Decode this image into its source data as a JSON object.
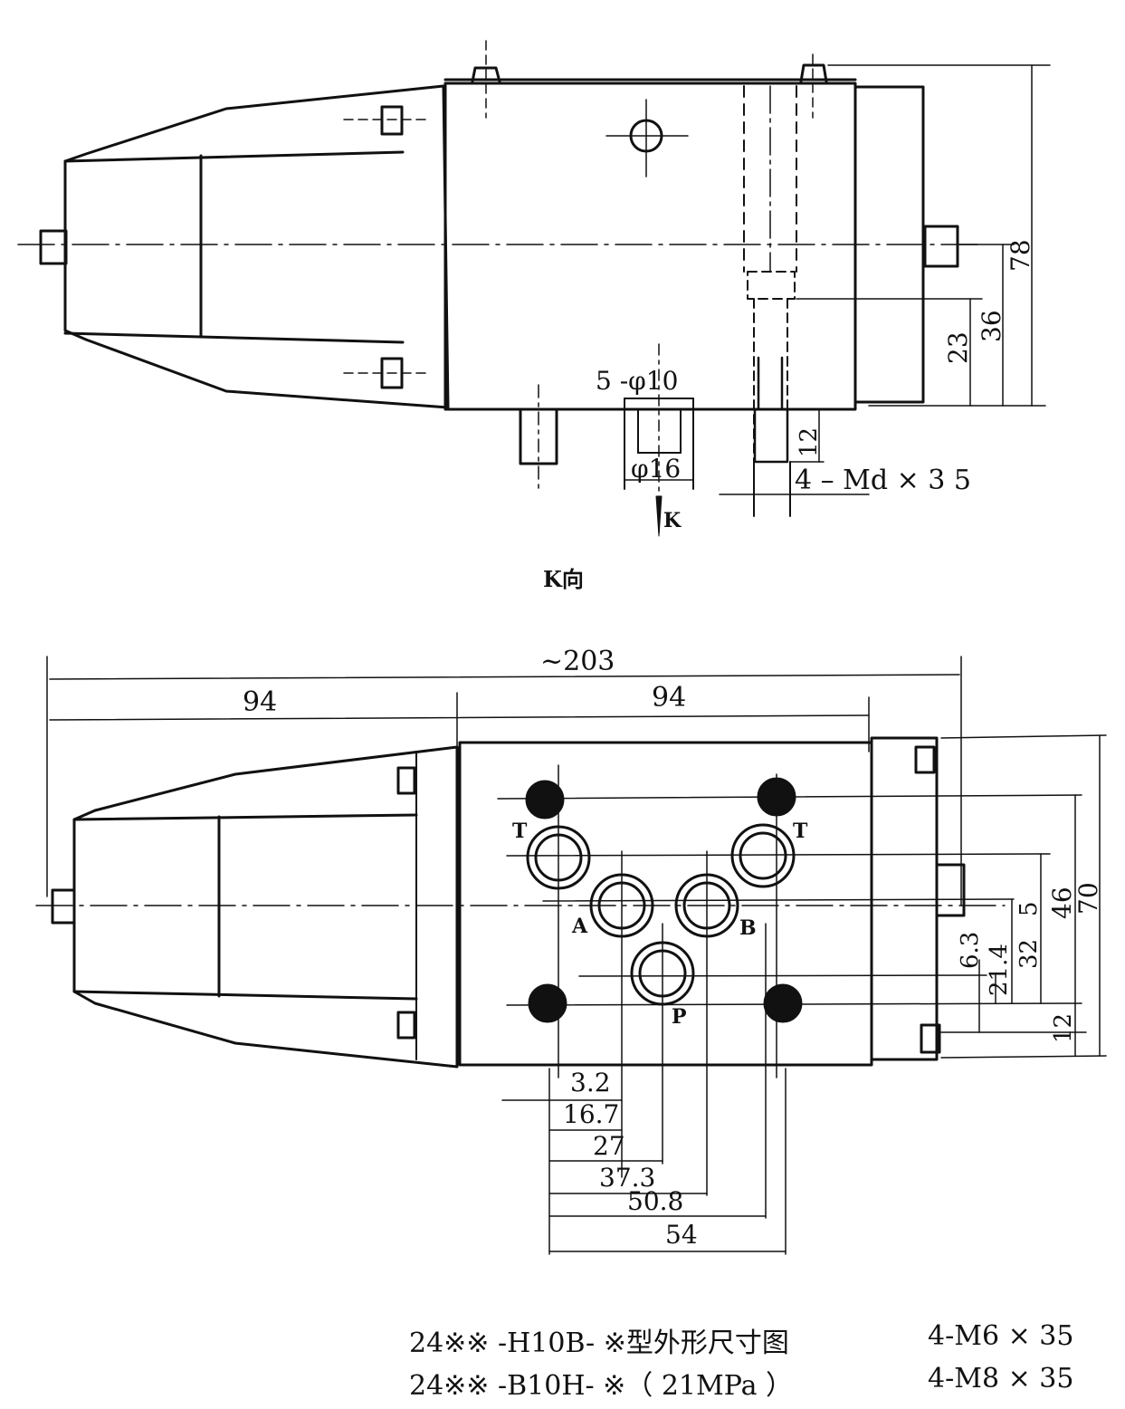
{
  "colors": {
    "ink": "#111111",
    "paper": "#ffffff"
  },
  "side_view": {
    "dim_78": "78",
    "dim_36": "36",
    "dim_23": "23",
    "dim_12": "12",
    "callout_holes": "5 -φ10",
    "callout_16": "φ16",
    "callout_thread": "4 – Md × 3 5",
    "arrow_label": "K"
  },
  "view_label": "K向",
  "k_view": {
    "overall": "~203",
    "left_94": "94",
    "mid_94": "94",
    "port_labels": {
      "t_left": "T",
      "t_right": "T",
      "a": "A",
      "b": "B",
      "p": "P"
    },
    "h_dims": [
      "3.2",
      "16.7",
      "27",
      "37.3",
      "50.8",
      "54"
    ],
    "v_dims": [
      "6.3",
      "21.4",
      "5",
      "32",
      "46",
      "70",
      "12"
    ]
  },
  "captions": [
    {
      "model": "24※※ -H10B- ※型外形尺寸图",
      "screw": "4-M6 × 35"
    },
    {
      "model": "24※※ -B10H- ※（ 21MPa ）",
      "screw": "4-M8 × 35"
    }
  ]
}
